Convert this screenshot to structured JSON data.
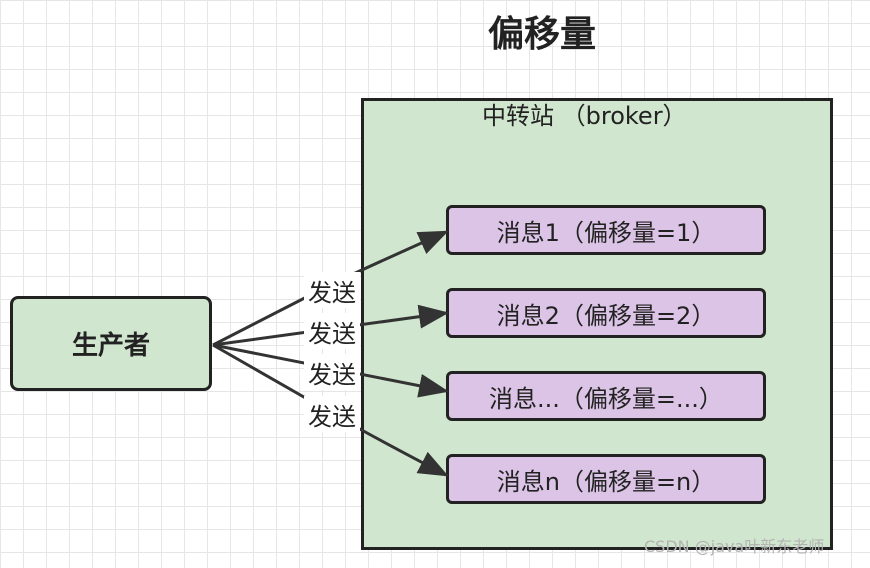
{
  "title": "偏移量",
  "broker": {
    "label": "中转站 （broker）"
  },
  "producer": {
    "label": "生产者"
  },
  "messages": [
    {
      "label": "消息1（偏移量=1）"
    },
    {
      "label": "消息2（偏移量=2）"
    },
    {
      "label": "消息...（偏移量=...）"
    },
    {
      "label": "消息n（偏移量=n）"
    }
  ],
  "send_labels": [
    "发送",
    "发送",
    "发送",
    "发送"
  ],
  "watermark": "CSDN @java叶新东老师",
  "colors": {
    "broker_fill": "#d1e6cf",
    "producer_fill": "#d1e6cf",
    "message_fill": "#dcc4e6",
    "stroke": "#222222",
    "arrow": "#333333"
  }
}
